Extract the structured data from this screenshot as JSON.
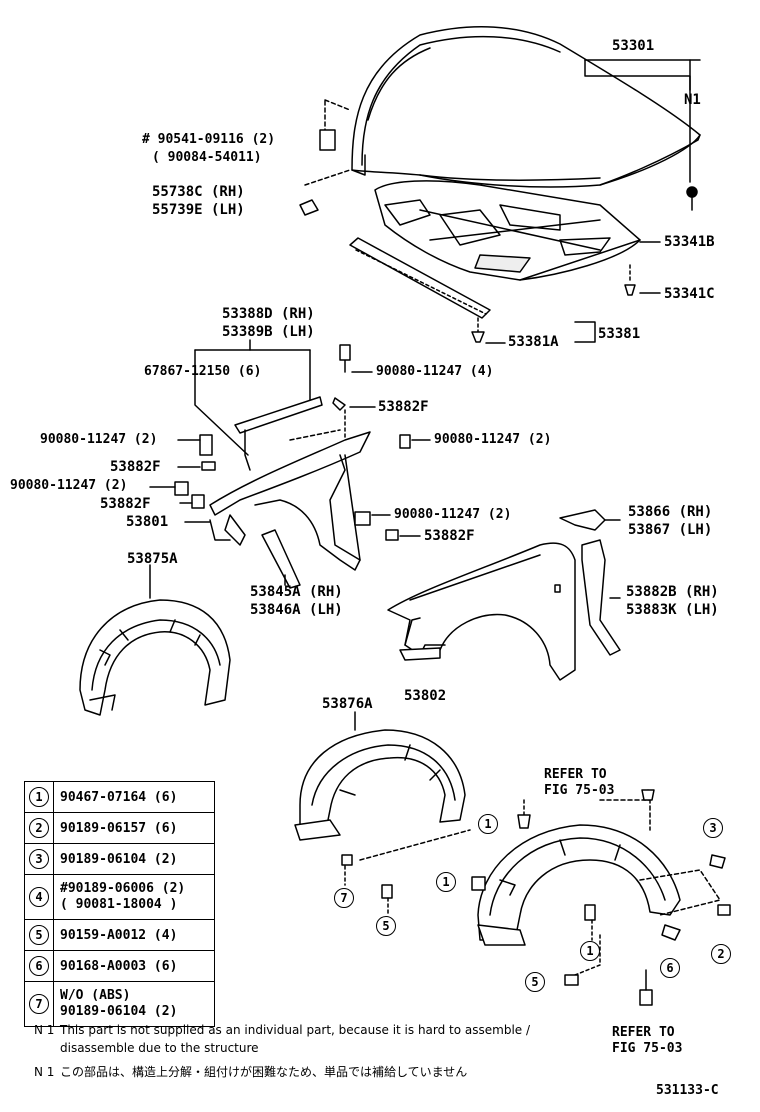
{
  "labels": {
    "hood": "53301",
    "n1_hood": "N1",
    "hood_bolt_1": "# 90541-09116 (2)",
    "hood_bolt_2": "( 90084-54011)",
    "clip_rh": "55738C (RH)",
    "clip_lh": "55739E (LH)",
    "insulator": "53341B",
    "insulator_clip": "53341C",
    "seal_rh": "53388D (RH)",
    "seal_lh": "53389B (LH)",
    "seal_clip": "67867-12150 (6)",
    "bolt_a": "90080-11247 (4)",
    "washer_a": "53882F",
    "bolt_b": "90080-11247 (2)",
    "washer_b": "53882F",
    "bolt_c": "90080-11247 (2)",
    "bolt_d": "90080-11247 (2)",
    "washer_c": "53882F",
    "bracket": "53801",
    "bolt_e": "90080-11247 (2)",
    "washer_d": "53882F",
    "seal_b": "53381A",
    "seal_b_parent": "53381",
    "liner_a": "53875A",
    "brace_rh": "53845A (RH)",
    "brace_lh": "53846A (LH)",
    "ext_rh": "53866 (RH)",
    "ext_lh": "53867 (LH)",
    "pad_rh": "53882B (RH)",
    "pad_lh": "53883K (LH)",
    "fender": "53802",
    "liner_b": "53876A",
    "refer1_a": "REFER TO",
    "refer1_b": "FIG 75-03",
    "refer2_a": "REFER TO",
    "refer2_b": "FIG 75-03",
    "fig_code": "531133-C"
  },
  "callouts": {
    "c1a": "1",
    "c1b": "1",
    "c1c": "1",
    "c2": "2",
    "c3": "3",
    "c5a": "5",
    "c5b": "5",
    "c6": "6",
    "c7": "7"
  },
  "legend": [
    {
      "num": "1",
      "part": "90467-07164 (6)"
    },
    {
      "num": "2",
      "part": "90189-06157 (6)"
    },
    {
      "num": "3",
      "part": "90189-06104 (2)"
    },
    {
      "num": "4",
      "part": "#90189-06006 (2)",
      "part2": "( 90081-18004 )"
    },
    {
      "num": "5",
      "part": "90159-A0012 (4)"
    },
    {
      "num": "6",
      "part": "90168-A0003 (6)"
    },
    {
      "num": "7",
      "part": "W/O (ABS)",
      "part2": " 90189-06104 (2)"
    }
  ],
  "notes": {
    "n1_en_key": "N 1",
    "n1_en_1": "This part is not supplied as an individual part, because it is hard to assemble /",
    "n1_en_2": "disassemble due to the structure",
    "n1_jp_key": "N 1",
    "n1_jp": "この部品は、構造上分解・組付けが困難なため、単品では補給していません"
  }
}
